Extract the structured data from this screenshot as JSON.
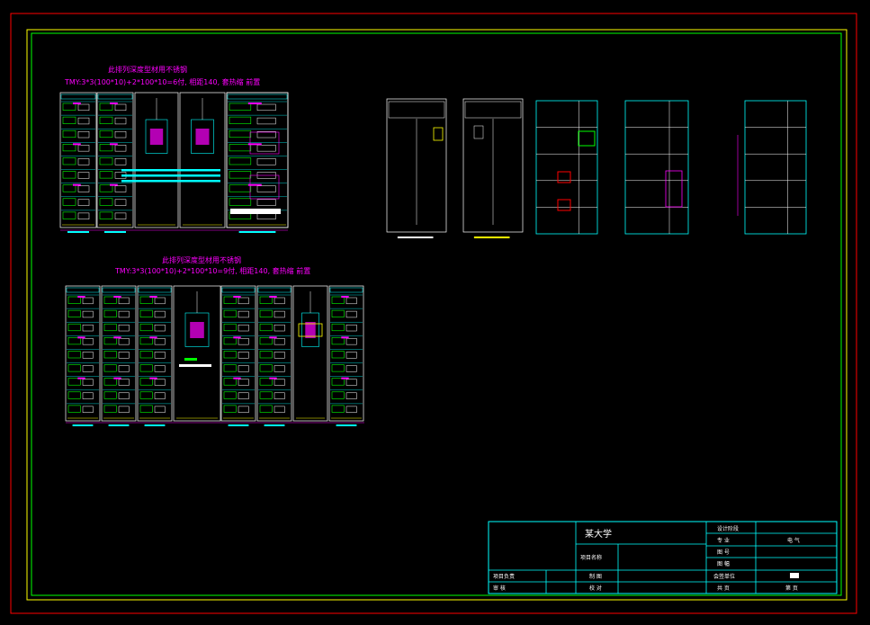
{
  "upper_panel": {
    "note_line1": "此排列深度型材用不锈钢",
    "note_line2": "TMY:3*3(100*10)+2*100*10=6付, 相距140, 套热缩 前置"
  },
  "lower_panel": {
    "note_line1": "此排列深度型材用不锈钢",
    "note_line2": "TMY:3*3(100*10)+2*100*10=9付, 相距140, 套热缩 前置"
  },
  "title_block": {
    "client": "某大学",
    "project_label": "项目名称",
    "left_row1": "项目负责",
    "left_row2": "审  核",
    "mid_row1": "制  图",
    "mid_row2": "校  对",
    "design_stage_label": "设计阶段",
    "discipline_label": "专  业",
    "discipline_value": "电 气",
    "drawing_no_label": "图  号",
    "scale_label": "图  幅",
    "page_label": "会签单位",
    "sheet_label": "共  页",
    "sheet_value": "第  页"
  },
  "colors": {
    "frame_red": "#ff0000",
    "frame_yellow": "#ffff00",
    "frame_green": "#00ff00",
    "cad_white": "#ffffff",
    "cad_cyan": "#00ffff",
    "cad_magenta": "#ff00ff",
    "cad_yellow": "#ffff00",
    "cad_green": "#00ff00",
    "cad_red": "#ff0000",
    "cad_blue": "#0080ff"
  }
}
